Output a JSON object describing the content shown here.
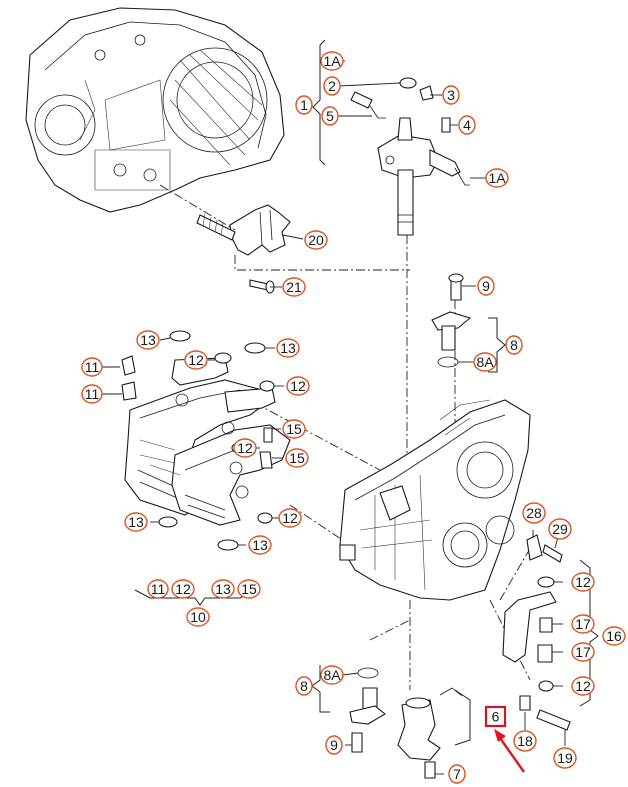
{
  "diagram": {
    "callouts": {
      "c1A_top": "1A",
      "c2": "2",
      "c3": "3",
      "c1": "1",
      "c5": "5",
      "c4": "4",
      "c1A_right": "1A",
      "c20": "20",
      "c21": "21",
      "c9_top": "9",
      "c8_top": "8",
      "c8A_top": "8A",
      "c13_a": "13",
      "c12_a": "12",
      "c13_b": "13",
      "c11_a": "11",
      "c11_b": "11",
      "c12_b": "12",
      "c15_a": "15",
      "c12_c": "12",
      "c15_b": "15",
      "c13_c": "13",
      "c12_d": "12",
      "c13_d": "13",
      "c10_11": "11",
      "c10_12": "12",
      "c10_13": "13",
      "c10_15": "15",
      "c10": "10",
      "c28": "28",
      "c29": "29",
      "c12_e": "12",
      "c17_a": "17",
      "c16": "16",
      "c17_b": "17",
      "c12_f": "12",
      "c8_bottom": "8",
      "c8A_bottom": "8A",
      "c9_bottom": "9",
      "c7": "7",
      "c18": "18",
      "c19": "19"
    },
    "highlighted_part": "6",
    "highlight_color": "#d4141c",
    "callout_border_color": "#d9541c"
  }
}
